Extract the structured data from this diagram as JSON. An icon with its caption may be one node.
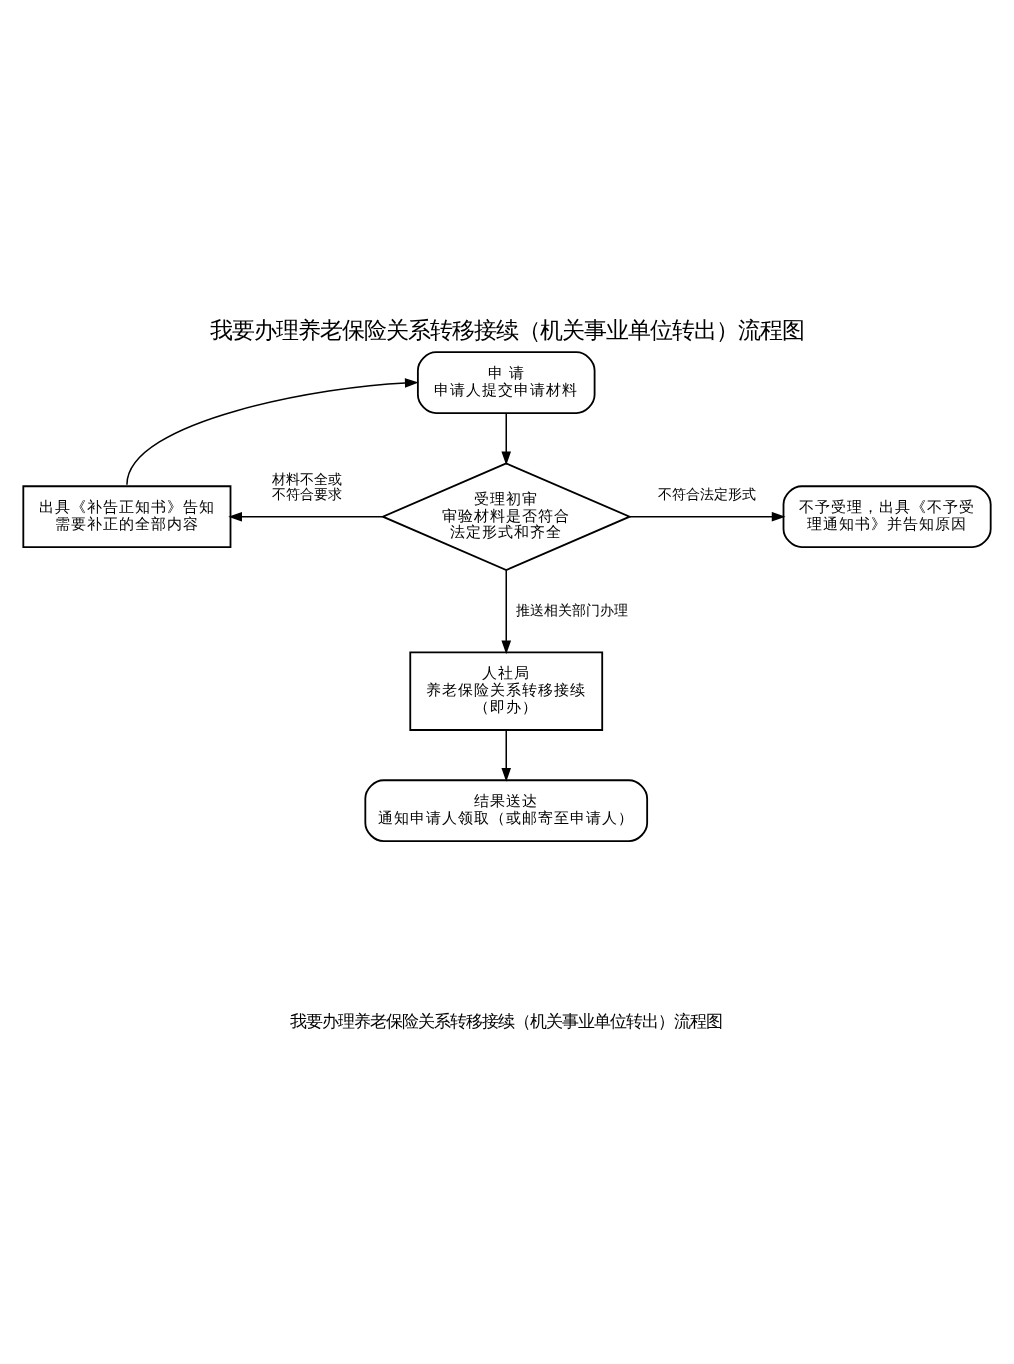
{
  "diagram": {
    "title": "我要办理养老保险关系转移接续（机关事业单位转出）流程图",
    "caption": "我要办理养老保险关系转移接续（机关事业单位转出）流程图",
    "nodes": [
      {
        "text": [
          "申 请",
          "申请人提交申请材料"
        ]
      },
      {
        "text": [
          "受理初审",
          "审验材料是否符合法定形式和齐全"
        ]
      },
      {
        "text": [
          "出具《补告正知书》告知需要补正的全部内容"
        ]
      },
      {
        "text": [
          "不予受理，出具《不予受理通知书》并告知原因"
        ]
      },
      {
        "text": [
          "人社局",
          "养老保险关系转移接续",
          "（即办）"
        ]
      },
      {
        "text": [
          "结果送达",
          "通知申请人领取（或邮寄至申请人）"
        ]
      }
    ],
    "edges": [
      {
        "from": 0,
        "to": 1,
        "arrow": "to"
      },
      {
        "from": 1,
        "to": 2,
        "arrow": "to",
        "label": "材料不全或不符合要求"
      },
      {
        "from": 2,
        "to": 0,
        "arrow": "to"
      },
      {
        "from": 1,
        "to": 3,
        "arrow": "to",
        "label": "不符合法定形式"
      },
      {
        "from": 1,
        "to": 4,
        "arrow": "to",
        "label": "推送相关部门办理"
      },
      {
        "from": 4,
        "to": 5,
        "arrow": "to"
      }
    ]
  }
}
